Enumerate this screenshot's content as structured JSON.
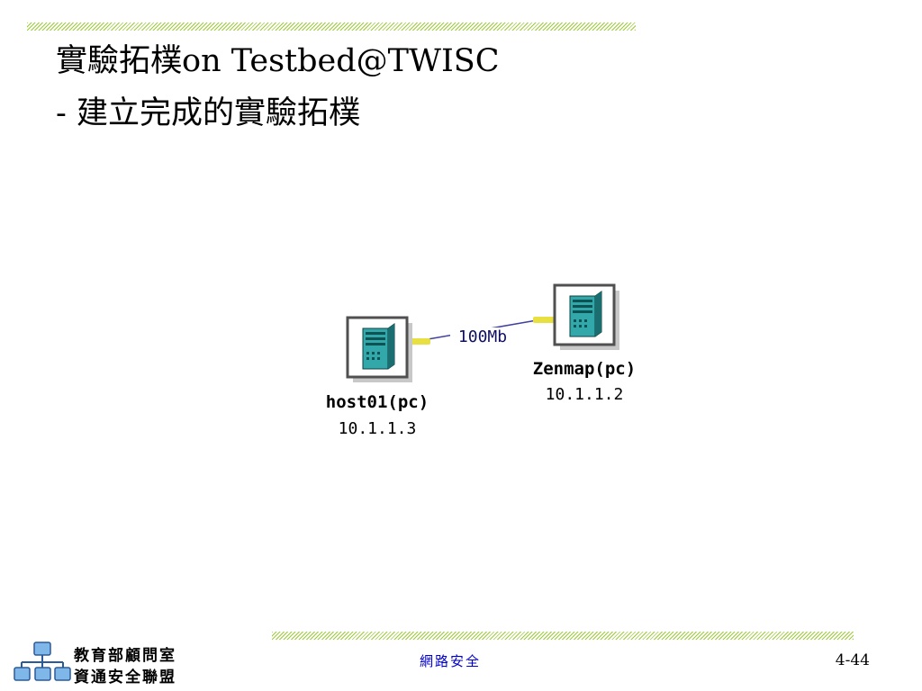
{
  "slide": {
    "title_line_1": "實驗拓樸on Testbed@TWISC",
    "title_line_2": "- 建立完成的實驗拓樸"
  },
  "topology": {
    "nodes": [
      {
        "id": "host01",
        "label": "host01(pc)",
        "ip": "10.1.1.3",
        "icon": "server-icon"
      },
      {
        "id": "zenmap",
        "label": "Zenmap(pc)",
        "ip": "10.1.1.2",
        "icon": "server-icon"
      }
    ],
    "links": [
      {
        "from": "host01",
        "to": "zenmap",
        "label": "100Mb"
      }
    ]
  },
  "footer": {
    "org_line_1": "教育部顧問室",
    "org_line_2": "資通安全聯盟",
    "course_name": "網路安全",
    "page_number": "4-44"
  },
  "colors": {
    "hatch": "#9ccc3a",
    "server_body": "#2e9ea0",
    "link_line": "#4040a0",
    "connector": "#e8e040",
    "course_text": "#0000cc"
  }
}
